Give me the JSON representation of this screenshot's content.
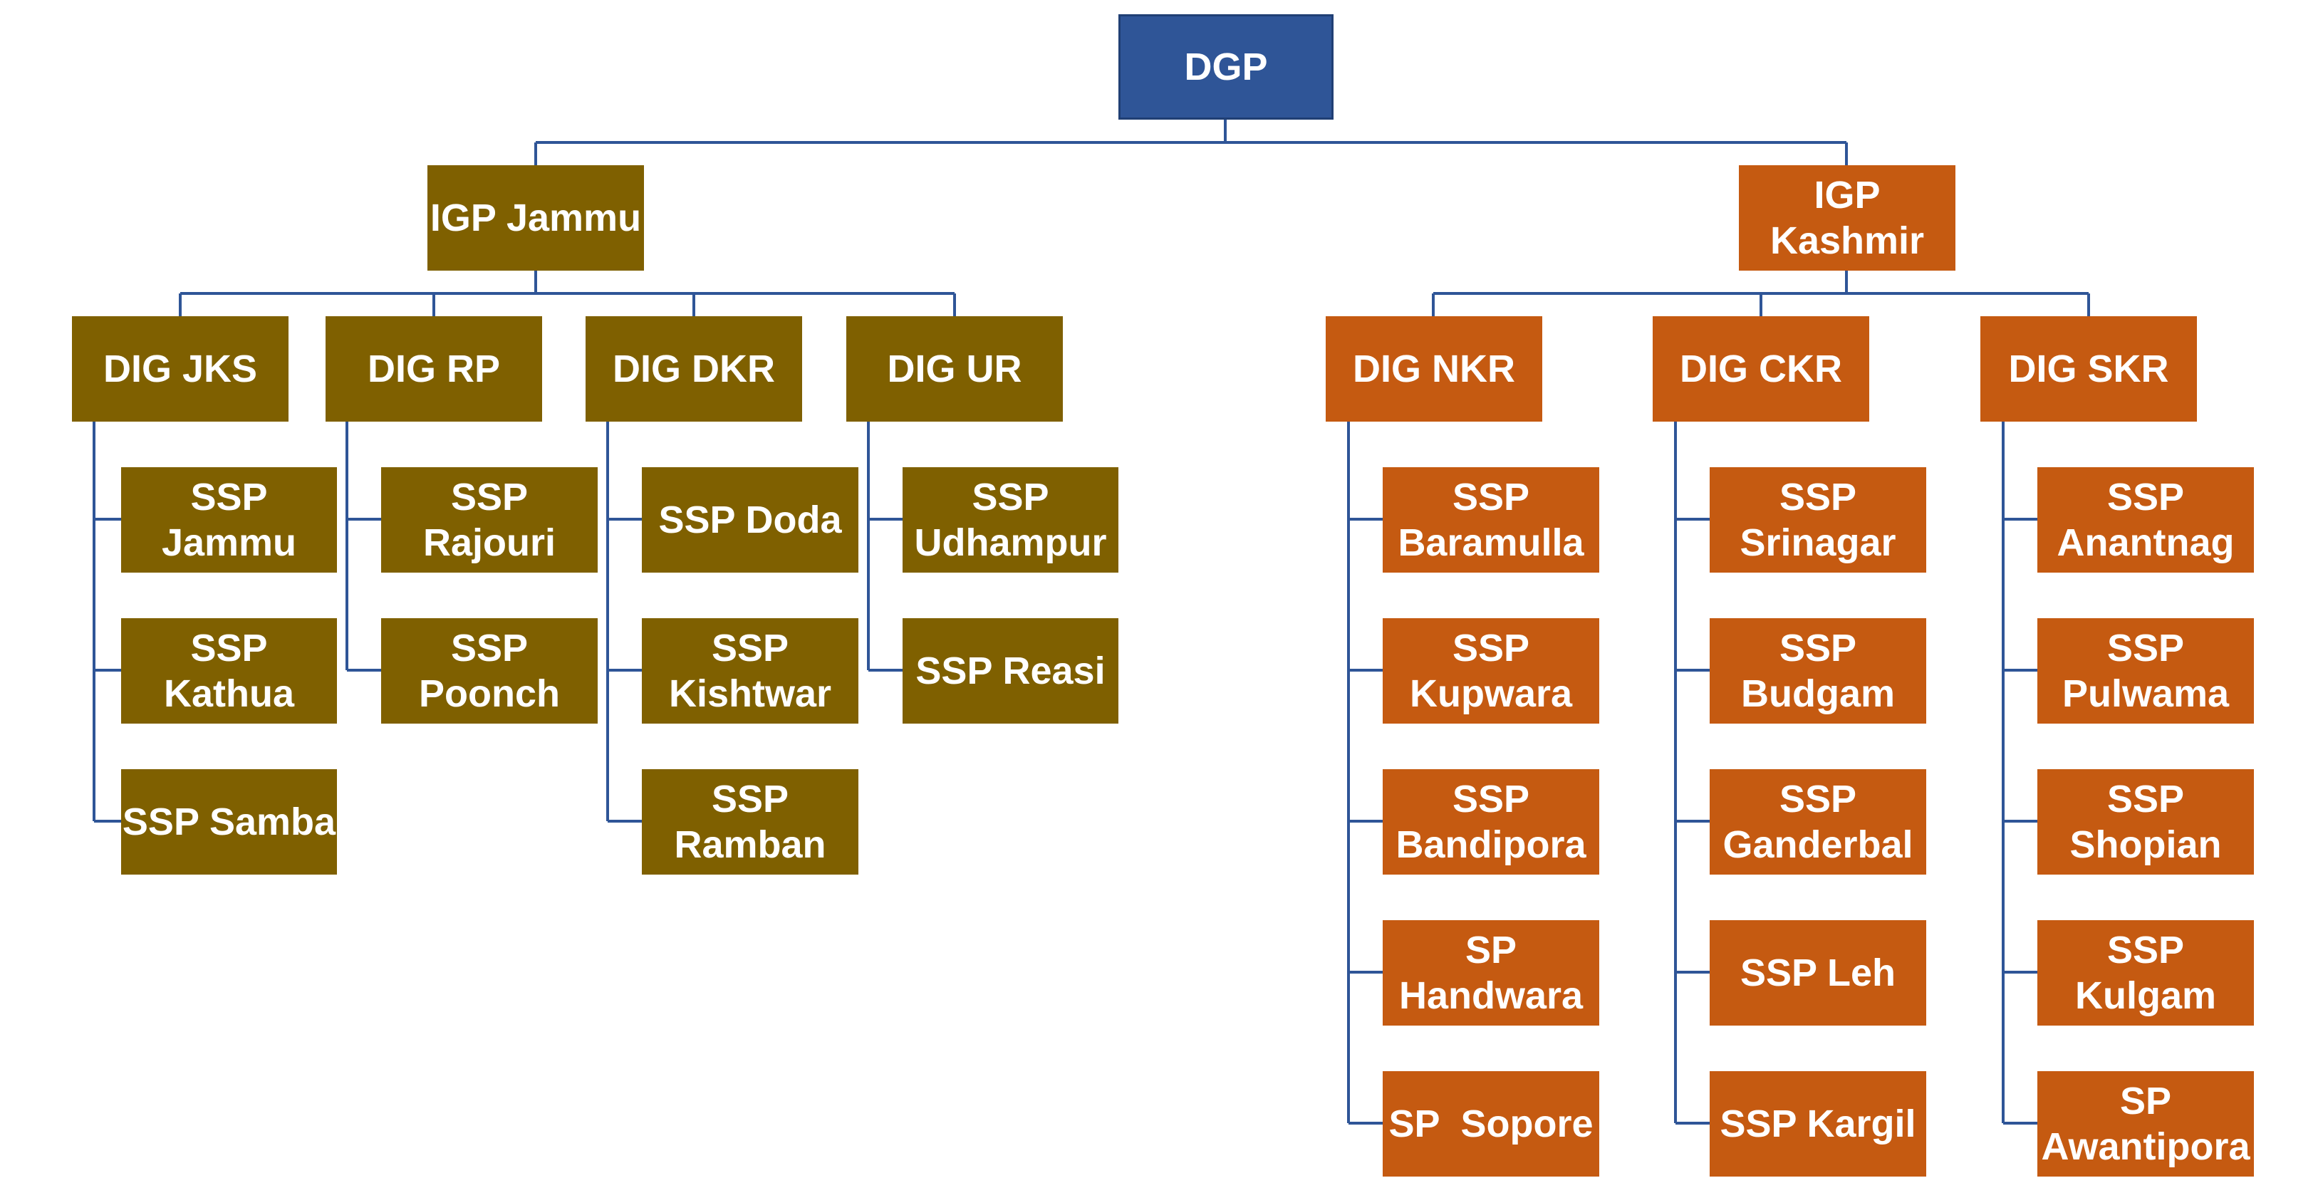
{
  "colors": {
    "dgp": "#2f5597",
    "jammu_zone": "#7f6000",
    "kashmir_zone": "#c55a11",
    "connector": "#2f5597"
  },
  "root": {
    "label": "DGP"
  },
  "zones": [
    {
      "label": "IGP Jammu",
      "ranges": [
        {
          "label": "DIG JKS",
          "districts": [
            "SSP Jammu",
            "SSP Kathua",
            "SSP Samba"
          ]
        },
        {
          "label": "DIG RP",
          "districts": [
            "SSP Rajouri",
            "SSP Poonch"
          ]
        },
        {
          "label": "DIG DKR",
          "districts": [
            "SSP Doda",
            "SSP\nKishtwar",
            "SSP\nRamban"
          ]
        },
        {
          "label": "DIG UR",
          "districts": [
            "SSP\nUdhampur",
            "SSP Reasi"
          ]
        }
      ]
    },
    {
      "label": "IGP\nKashmir",
      "ranges": [
        {
          "label": "DIG NKR",
          "districts": [
            "SSP\nBaramulla",
            "SSP\nKupwara",
            "SSP\nBandipora",
            "SP\nHandwara",
            "SP  Sopore"
          ]
        },
        {
          "label": "DIG CKR",
          "districts": [
            "SSP\nSrinagar",
            "SSP\nBudgam",
            "SSP\nGanderbal",
            "SSP Leh",
            "SSP Kargil"
          ]
        },
        {
          "label": "DIG SKR",
          "districts": [
            "SSP\nAnantnag",
            "SSP\nPulwama",
            "SSP\nShopian",
            "SSP Kulgam",
            "SP\nAwantipora"
          ]
        }
      ]
    }
  ]
}
